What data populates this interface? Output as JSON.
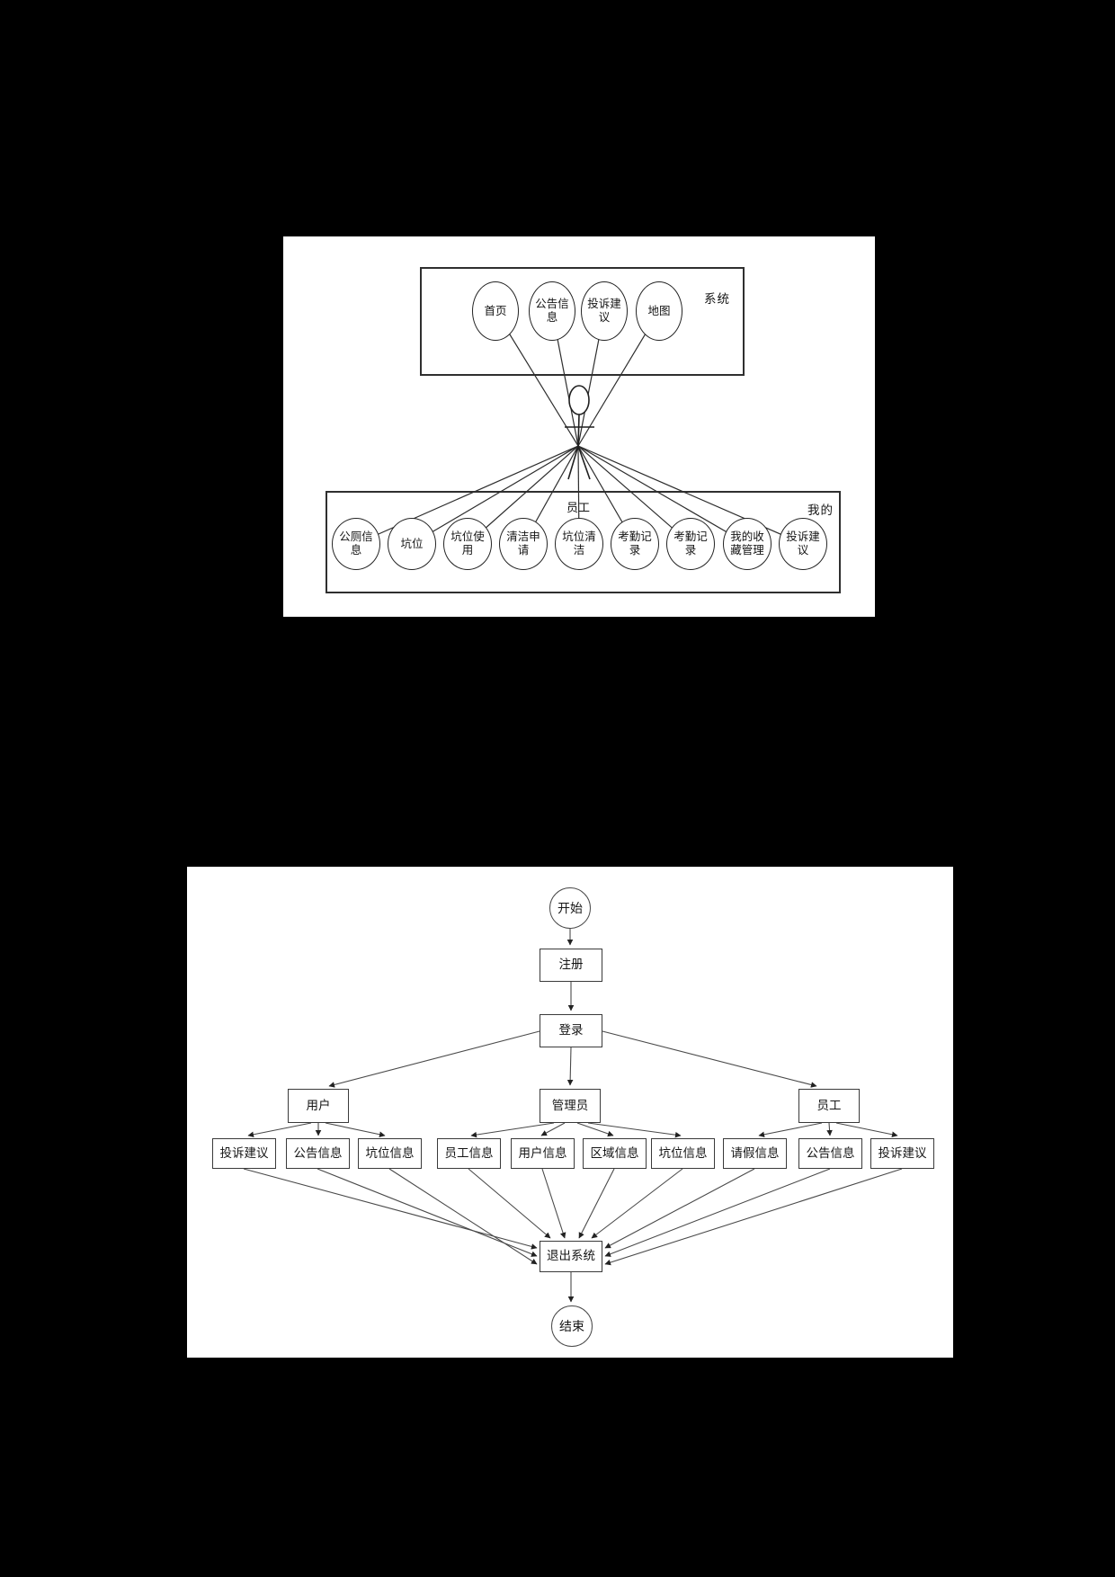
{
  "document": {
    "background_color": "#000000",
    "panel_color": "#ffffff",
    "line_color": "#3a3a3a"
  },
  "usecase": {
    "system_label": "系统",
    "my_label": "我的",
    "actor": "员工",
    "system_usecases": [
      "首页",
      "公告信息",
      "投诉建议",
      "地图"
    ],
    "my_usecases": [
      "公厕信息",
      "坑位",
      "坑位使用",
      "清洁申请",
      "坑位清洁",
      "考勤记录",
      "考勤记录",
      "我的收藏管理",
      "投诉建议"
    ]
  },
  "flowchart": {
    "start": "开始",
    "steps": {
      "register": "注册",
      "login": "登录",
      "exit": "退出系统",
      "end": "结束"
    },
    "roles": [
      {
        "label": "用户",
        "modules": [
          "投诉建议",
          "公告信息",
          "坑位信息"
        ]
      },
      {
        "label": "管理员",
        "modules": [
          "员工信息",
          "用户信息",
          "区域信息",
          "坑位信息"
        ]
      },
      {
        "label": "员工",
        "modules": [
          "请假信息",
          "公告信息",
          "投诉建议"
        ]
      }
    ]
  }
}
